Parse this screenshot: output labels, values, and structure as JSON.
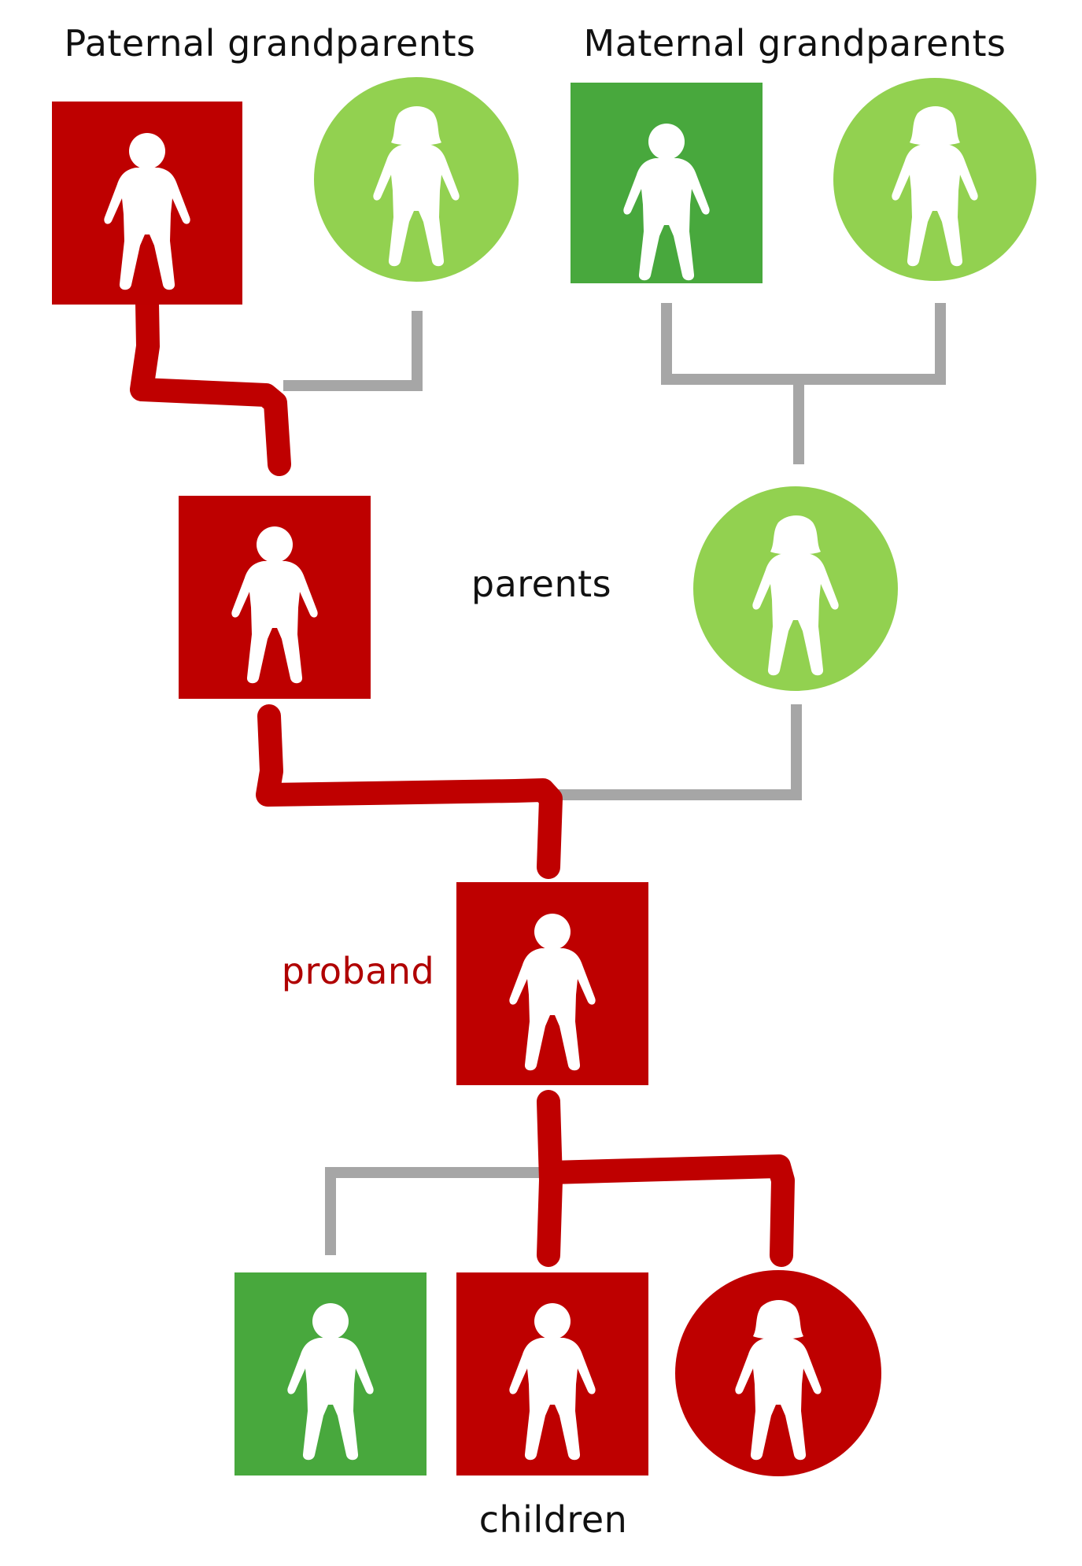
{
  "labels": {
    "paternal": "Paternal grandparents",
    "maternal": "Maternal grandparents",
    "parents": "parents",
    "proband": "proband",
    "children": "children"
  },
  "colors": {
    "affected": "#be0000",
    "unaffected_male": "#48a83d",
    "unaffected_female": "#92d150",
    "connector": "#a6a6a6",
    "inheritance_path": "#bf0000",
    "text": "#111111",
    "proband_text": "#b00000"
  },
  "members": [
    {
      "id": "paternal-grandfather",
      "generation": "grandparents",
      "sex": "male",
      "shape": "square",
      "status": "affected"
    },
    {
      "id": "paternal-grandmother",
      "generation": "grandparents",
      "sex": "female",
      "shape": "circle",
      "status": "unaffected"
    },
    {
      "id": "maternal-grandfather",
      "generation": "grandparents",
      "sex": "male",
      "shape": "square",
      "status": "unaffected"
    },
    {
      "id": "maternal-grandmother",
      "generation": "grandparents",
      "sex": "female",
      "shape": "circle",
      "status": "unaffected"
    },
    {
      "id": "father",
      "generation": "parents",
      "sex": "male",
      "shape": "square",
      "status": "affected"
    },
    {
      "id": "mother",
      "generation": "parents",
      "sex": "female",
      "shape": "circle",
      "status": "unaffected"
    },
    {
      "id": "proband",
      "generation": "proband",
      "sex": "male",
      "shape": "square",
      "status": "affected"
    },
    {
      "id": "son-1",
      "generation": "children",
      "sex": "male",
      "shape": "square",
      "status": "unaffected"
    },
    {
      "id": "son-2",
      "generation": "children",
      "sex": "male",
      "shape": "square",
      "status": "affected"
    },
    {
      "id": "daughter",
      "generation": "children",
      "sex": "female",
      "shape": "circle",
      "status": "affected"
    }
  ]
}
